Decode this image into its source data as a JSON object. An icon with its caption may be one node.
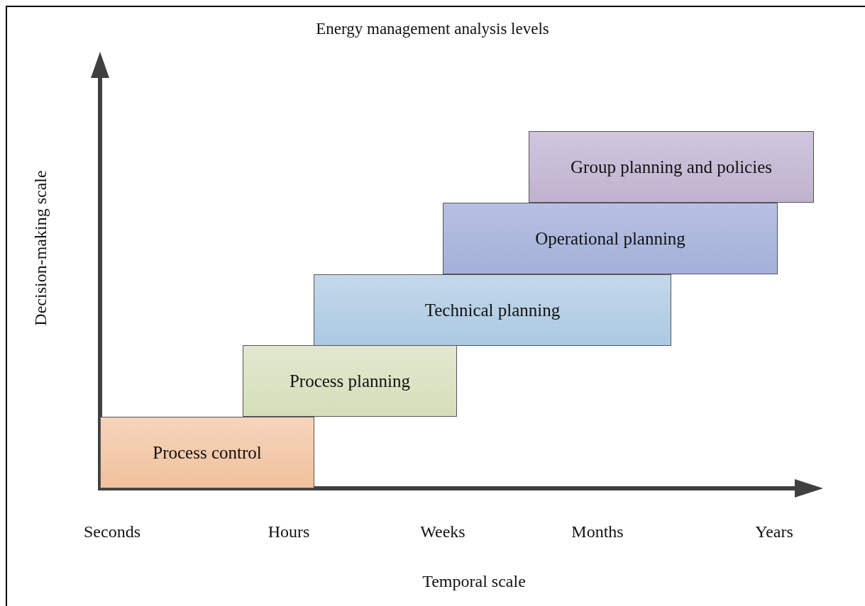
{
  "diagram": {
    "title": "Energy management analysis levels",
    "nodes": [
      {
        "text": [
          "Group planning and policies"
        ]
      },
      {
        "text": [
          "Operational planning"
        ]
      },
      {
        "text": [
          "Technical planning"
        ]
      },
      {
        "text": [
          "Process planning"
        ]
      },
      {
        "text": [
          "Process control"
        ]
      }
    ],
    "labels": [
      "Decision-making scale",
      "Seconds",
      "Hours",
      "Weeks",
      "Months",
      "Years",
      "Temporal scale"
    ]
  }
}
